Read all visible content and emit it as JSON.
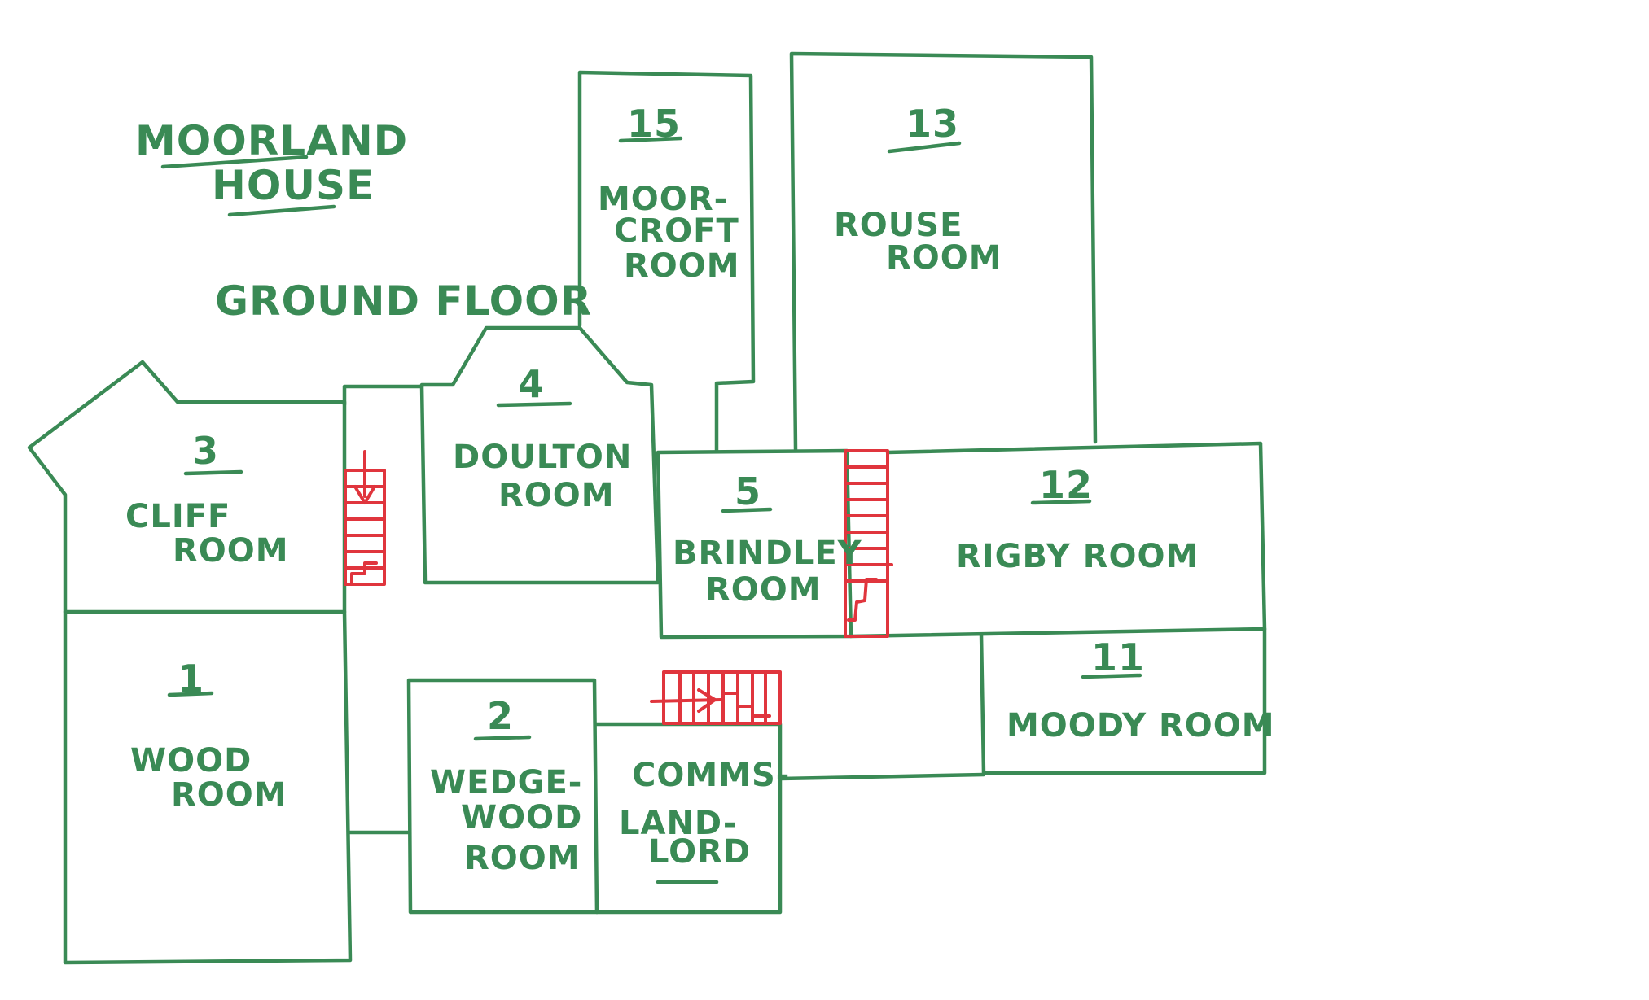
{
  "colors": {
    "walls": "#3a8a55",
    "text": "#3a8a55",
    "stairs": "#e0353d"
  },
  "title": {
    "line1": "MOORLAND",
    "line2": "HOUSE"
  },
  "floor_label": "GROUND FLOOR",
  "rooms": {
    "r15": {
      "number": "15",
      "line1": "MOOR-",
      "line2": "CROFT",
      "line3": "ROOM"
    },
    "r13": {
      "number": "13",
      "line1": "ROUSE",
      "line2": "ROOM"
    },
    "r4": {
      "number": "4",
      "line1": "DOULTON",
      "line2": "ROOM"
    },
    "r3": {
      "number": "3",
      "line1": "CLIFF",
      "line2": "ROOM"
    },
    "r5": {
      "number": "5",
      "line1": "BRINDLEY",
      "line2": "ROOM"
    },
    "r12": {
      "number": "12",
      "line1": "RIGBY ROOM"
    },
    "r11": {
      "number": "11",
      "line1": "MOODY ROOM"
    },
    "r1": {
      "number": "1",
      "line1": "WOOD",
      "line2": "ROOM"
    },
    "r2": {
      "number": "2",
      "line1": "WEDGE-",
      "line2": "WOOD",
      "line3": "ROOM"
    },
    "comms": {
      "line1": "COMMS-",
      "line2": "LAND-",
      "line3": "LORD"
    }
  }
}
